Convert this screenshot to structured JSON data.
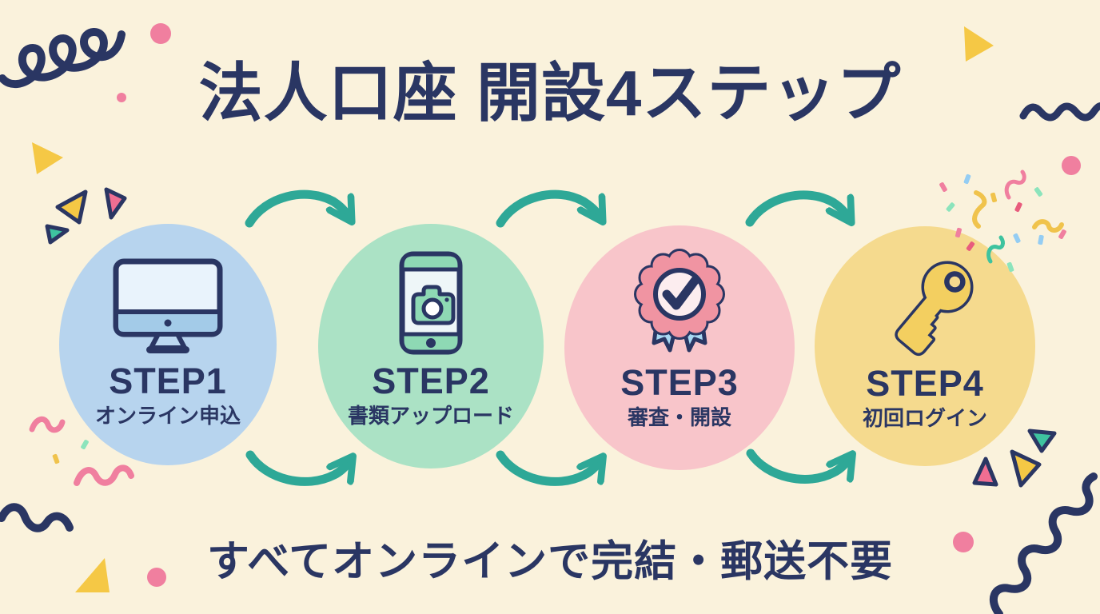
{
  "title": "法人口座 開設4ステップ",
  "tagline": "すべてオンラインで完結・郵送不要",
  "steps": [
    {
      "step": "STEP1",
      "label": "オンライン申込",
      "icon": "desktop-monitor"
    },
    {
      "step": "STEP2",
      "label": "書類アップロード",
      "icon": "smartphone-camera"
    },
    {
      "step": "STEP3",
      "label": "審査・開設",
      "icon": "approval-badge-check"
    },
    {
      "step": "STEP4",
      "label": "初回ログイン",
      "icon": "key"
    }
  ],
  "flow": {
    "arrow_count": 6,
    "arrow_style": "curved with chevron head",
    "direction": "left-to-right"
  },
  "colors": {
    "bg": "#faf2dc",
    "navy": "#2a3663",
    "teal": "#2ea897",
    "circle_blue": "#b7d4ee",
    "circle_green": "#abe2c5",
    "circle_pink": "#f8c5ca",
    "circle_yellow": "#f5da8e",
    "screen_blue": "#e9f3fc",
    "chin_blue": "#a3cbe8",
    "stand_blue": "#bcd8f0",
    "phone_green": "#8ed9b4",
    "phone_screen": "#eef6f8",
    "badge_pink": "#f094a2",
    "badge_inner": "#fcedef",
    "ribbon_blue": "#a8d8f2",
    "key_yellow": "#f3cf60",
    "deco_pink": "#f07f9f",
    "deco_pink_strong": "#f06e92",
    "deco_red_pink": "#e85c7d",
    "deco_yellow": "#f5c845",
    "deco_teal": "#3ec39f",
    "deco_mint": "#8ce4bc",
    "deco_blue": "#94cdf3"
  }
}
